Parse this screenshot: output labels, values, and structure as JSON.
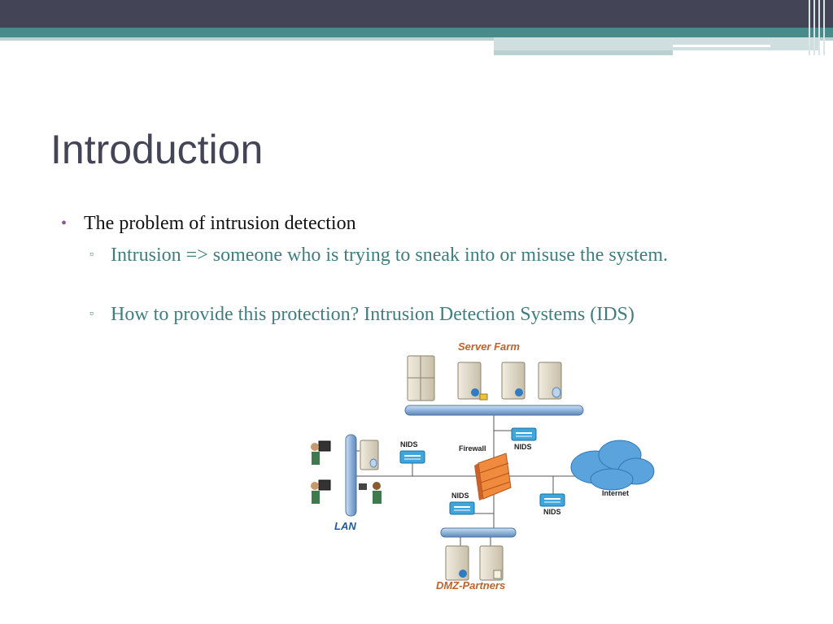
{
  "slide": {
    "title": "Introduction",
    "bullets": [
      {
        "text": "The problem of intrusion detection",
        "sub": [
          {
            "text": "Intrusion => someone who is trying to sneak into or misuse the system."
          },
          {
            "text": "How to provide this protection? Intrusion Detection Systems (IDS)"
          }
        ]
      }
    ]
  },
  "diagram": {
    "server_farm_label": "Server Farm",
    "firewall_label": "Firewall",
    "internet_label": "Internet",
    "lan_label": "LAN",
    "dmz_label": "DMZ-Partners",
    "nids_label": "NIDS"
  },
  "colors": {
    "title": "#434557",
    "accent_teal": "#4a8a8a",
    "sub_text": "#3f7e7e",
    "bullet_purple": "#8a55a0",
    "diagram_label": "#c0622a",
    "lan_label": "#1f5aa6"
  }
}
